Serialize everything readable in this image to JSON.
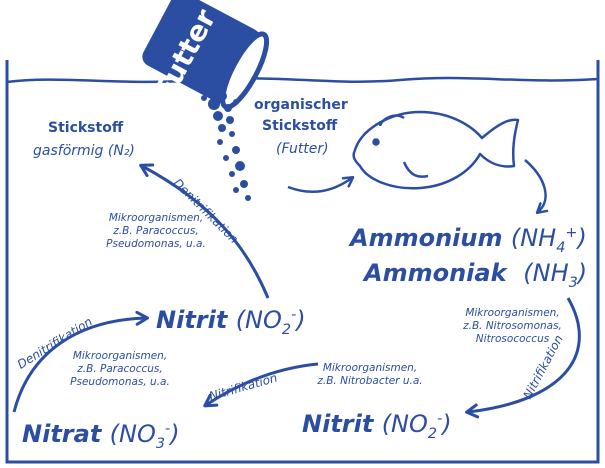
{
  "colors": {
    "primary": "#2b4ea2",
    "background": "#ffffff"
  },
  "can": {
    "label": "Futter"
  },
  "organic_n": {
    "line1": "organischer",
    "line2": "Stickstoff",
    "line3": "(Futter)"
  },
  "nitrogen_gas": {
    "title": "Stickstoff",
    "formula": "gasförmig (N₂)"
  },
  "ammonium": {
    "name": "Ammonium",
    "formula": "(NH",
    "sub": "4",
    "sup": "+",
    "close": ")"
  },
  "ammoniak": {
    "name": "Ammoniak",
    "formula": "(NH",
    "sub": "3",
    "close": ")"
  },
  "nitrit_upper": {
    "name": "Nitrit",
    "formula": "(NO",
    "sub": "2",
    "sup": "-",
    "close": ")"
  },
  "nitrit_lower": {
    "name": "Nitrit",
    "formula": "(NO",
    "sub": "2",
    "sup": "-",
    "close": ")"
  },
  "nitrat": {
    "name": "Nitrat",
    "formula": "(NO",
    "sub": "3",
    "sup": "-",
    "close": ")"
  },
  "process": {
    "denitrifikation_upper": "Denitrifikation",
    "denitrifikation_lower": "Denitrifikation",
    "nitrifikation_right": "Nitrifikation",
    "nitrifikation_bottom": "Nitrifikation"
  },
  "microbes": {
    "denit_upper": [
      "Mikroorganismen,",
      "z.B. Paracoccus,",
      "Pseudomonas, u.a."
    ],
    "denit_lower": [
      "Mikroorganismen,",
      "z.B. Paracoccus,",
      "Pseudomonas, u.a."
    ],
    "nitrosomonas": [
      "Mikroorganismen,",
      "z.B. Nitrosomonas,",
      "Nitrosococcus"
    ],
    "nitrobacter": [
      "Mikroorganismen,",
      "z.B. Nitrobacter u.a."
    ]
  }
}
